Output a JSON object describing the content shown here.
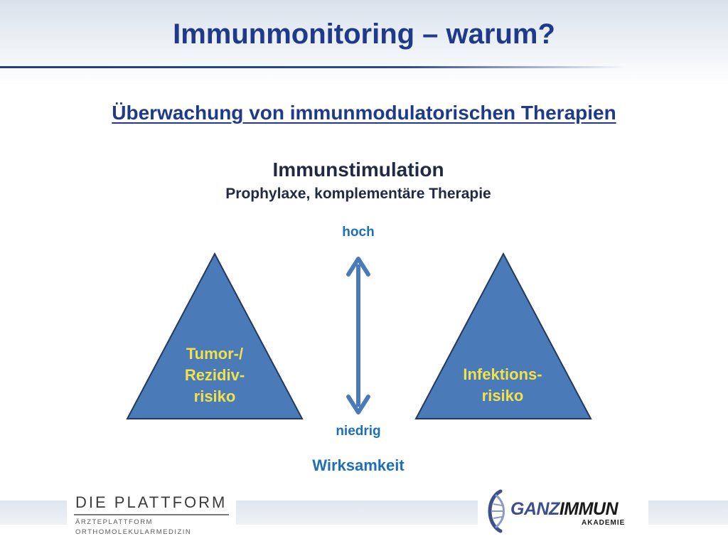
{
  "slide": {
    "title": "Immunmonitoring – warum?",
    "subtitle": "Überwachung von immunmodulatorischen Therapien",
    "heading": "Immunstimulation",
    "subheading": "Prophylaxe, komplementäre Therapie"
  },
  "diagram": {
    "left_triangle": {
      "line1": "Tumor-/",
      "line2": "Rezidiv-",
      "line3": "risiko"
    },
    "right_triangle": {
      "line1": "Infektions-",
      "line2": "risiko"
    },
    "axis": {
      "top_label": "hoch",
      "bottom_label": "niedrig",
      "caption": "Wirksamkeit"
    },
    "colors": {
      "triangle_fill": "#4a7ab8",
      "triangle_stroke": "#243a5c",
      "triangle_text": "#f2e24a",
      "arrow": "#4a7ab8",
      "axis_text": "#1f6fb7",
      "title": "#1f3a8a"
    }
  },
  "footer": {
    "left_logo": {
      "main": "DIE PLATTFORM",
      "sub": "ÄRZTEPLATTFORM ORTHOMOLEKULARMEDIZIN"
    },
    "right_logo": {
      "brand_a": "GANZ",
      "brand_b": "IMMUN",
      "sub": "AKADEMIE"
    }
  }
}
